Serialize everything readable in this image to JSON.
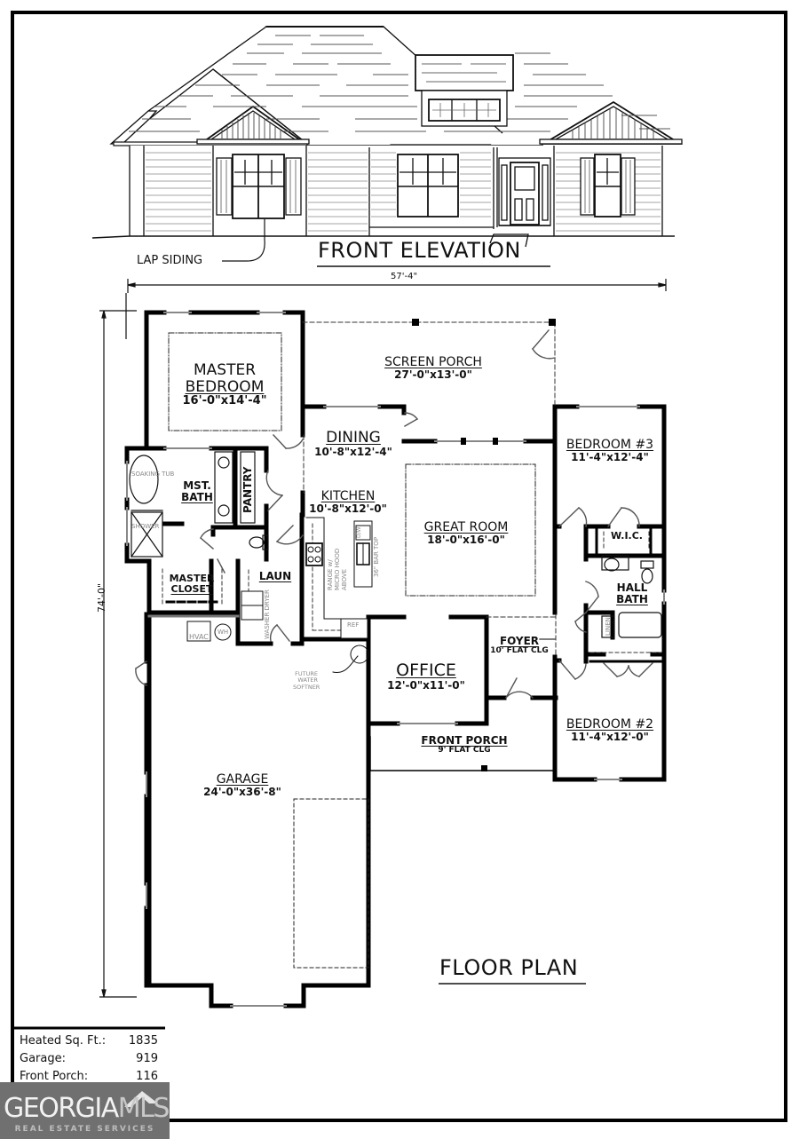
{
  "sheet": {
    "elevation_title": "FRONT ELEVATION",
    "elevation_note": "LAP SIDING",
    "floor_plan_title": "FLOOR PLAN",
    "overall_width": "57'-4\"",
    "overall_depth": "74'-0\""
  },
  "rooms": {
    "master_bedroom": {
      "name_line1": "MASTER",
      "name_line2": "BEDROOM",
      "dim": "16'-0\"x14'-4\""
    },
    "screen_porch": {
      "name": "SCREEN PORCH",
      "dim": "27'-0\"x13'-0\""
    },
    "dining": {
      "name": "DINING",
      "dim": "10'-8\"x12'-4\""
    },
    "kitchen": {
      "name": "KITCHEN",
      "dim": "10'-8\"x12'-0\""
    },
    "great_room": {
      "name": "GREAT ROOM",
      "dim": "18'-0\"x16'-0\""
    },
    "bedroom3": {
      "name": "BEDROOM #3",
      "dim": "11'-4\"x12'-4\""
    },
    "bedroom2": {
      "name": "BEDROOM #2",
      "dim": "11'-4\"x12'-0\""
    },
    "mst_bath": {
      "name_line1": "MST.",
      "name_line2": "BATH"
    },
    "pantry": {
      "name": "PANTRY"
    },
    "master_closet": {
      "name_line1": "MASTER",
      "name_line2": "CLOSET"
    },
    "laundry": {
      "name": "LAUN"
    },
    "wic": {
      "name": "W.I.C."
    },
    "hall_bath": {
      "name_line1": "HALL",
      "name_line2": "BATH"
    },
    "foyer": {
      "name": "FOYER",
      "note": "10' FLAT CLG"
    },
    "office": {
      "name": "OFFICE",
      "dim": "12'-0\"x11'-0\""
    },
    "front_porch": {
      "name": "FRONT PORCH",
      "note": "9' FLAT CLG"
    },
    "garage": {
      "name": "GARAGE",
      "dim": "24'-0\"x36'-8\""
    }
  },
  "fixtures": {
    "soaking_tub": "SOAKING TUB",
    "shower": "SHOWER",
    "hvac": "HVAC",
    "water_heater": "WH",
    "washer_dryer": "WASHER DRYER",
    "range": "RANGE w/ MICRO HOOD ABOVE",
    "bar_top": "36\" BAR TOP",
    "dishwasher": "D/W",
    "ref": "REF",
    "linen": "LINEN",
    "water_softener_line1": "FUTURE",
    "water_softener_line2": "WATER",
    "water_softener_line3": "SOFTNER"
  },
  "areas": [
    {
      "label": "Heated Sq. Ft.:",
      "value": "1835"
    },
    {
      "label": "Garage:",
      "value": "919"
    },
    {
      "label": "Front Porch:",
      "value": "116"
    }
  ],
  "watermark": {
    "brand_a": "GEORGIA",
    "brand_b": "MLS",
    "tagline": "REAL ESTATE SERVICES"
  }
}
